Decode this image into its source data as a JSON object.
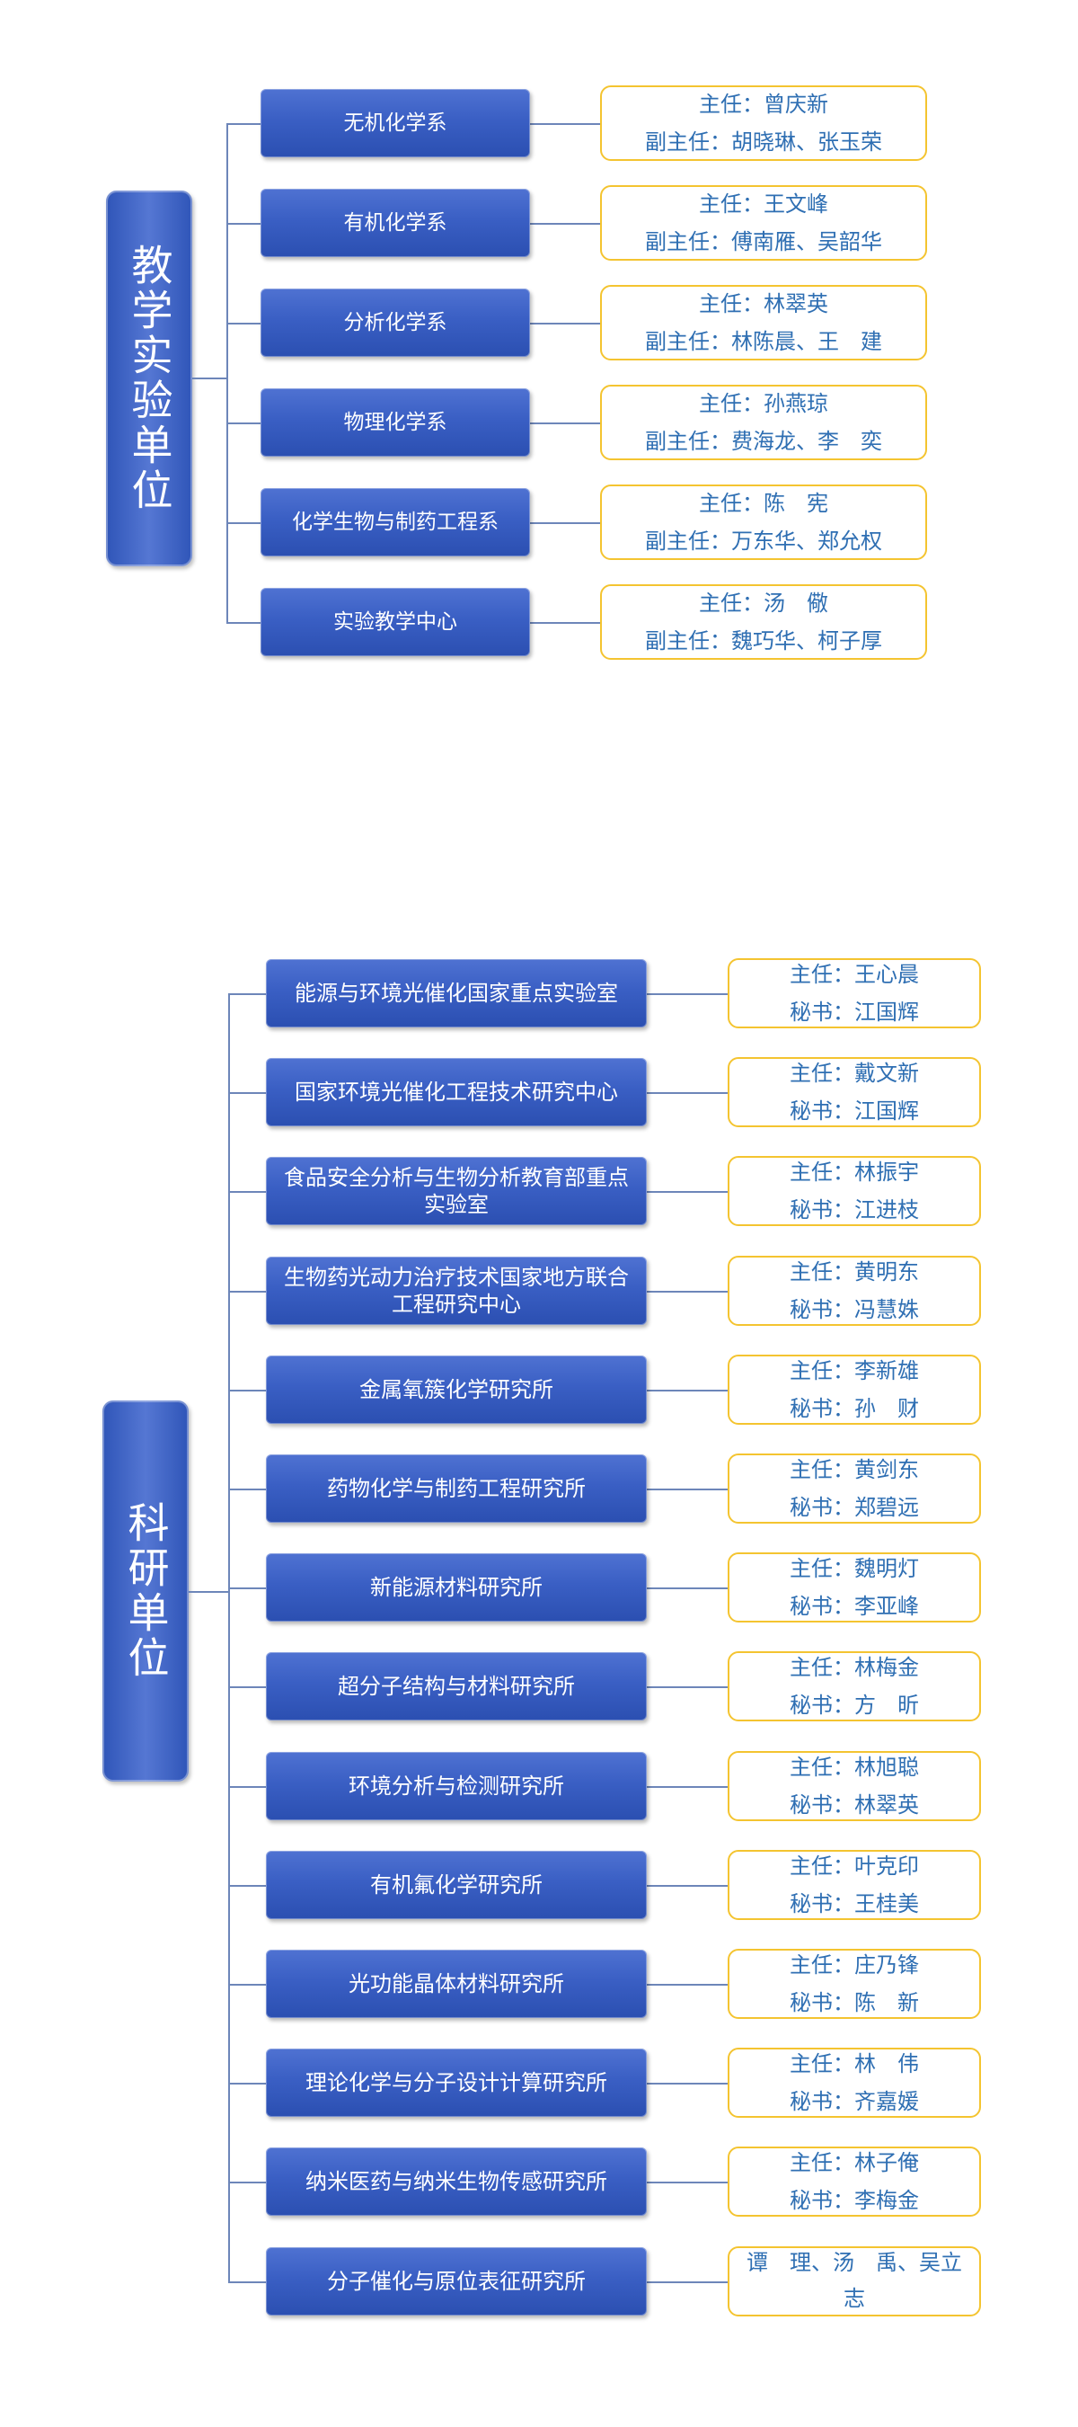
{
  "teaching": {
    "root_label": "教学实验单位",
    "units": [
      {
        "name": "无机化学系",
        "lines": [
          "主任：曾庆新",
          "副主任：胡晓琳、张玉荣"
        ]
      },
      {
        "name": "有机化学系",
        "lines": [
          "主任：王文峰",
          "副主任：傅南雁、吴韶华"
        ]
      },
      {
        "name": "分析化学系",
        "lines": [
          "主任：林翠英",
          "副主任：林陈晨、王　建"
        ]
      },
      {
        "name": "物理化学系",
        "lines": [
          "主任：孙燕琼",
          "副主任：费海龙、李　奕"
        ]
      },
      {
        "name": "化学生物与制药工程系",
        "lines": [
          "主任：陈　宪",
          "副主任：万东华、郑允权"
        ]
      },
      {
        "name": "实验教学中心",
        "lines": [
          "主任：汤　儆",
          "副主任：魏巧华、柯子厚"
        ]
      }
    ]
  },
  "research": {
    "root_label": "科研单位",
    "units": [
      {
        "name": "能源与环境光催化国家重点实验室",
        "lines": [
          "主任：王心晨",
          "秘书：江国辉"
        ]
      },
      {
        "name": "国家环境光催化工程技术研究中心",
        "lines": [
          "主任：戴文新",
          "秘书：江国辉"
        ]
      },
      {
        "name": "食品安全分析与生物分析教育部重点实验室",
        "lines": [
          "主任：林振宇",
          "秘书：江进枝"
        ]
      },
      {
        "name": "生物药光动力治疗技术国家地方联合工程研究中心",
        "lines": [
          "主任：黄明东",
          "秘书：冯慧姝"
        ]
      },
      {
        "name": "金属氧簇化学研究所",
        "lines": [
          "主任：李新雄",
          "秘书：孙　财"
        ]
      },
      {
        "name": "药物化学与制药工程研究所",
        "lines": [
          "主任：黄剑东",
          "秘书：郑碧远"
        ]
      },
      {
        "name": "新能源材料研究所",
        "lines": [
          "主任：魏明灯",
          "秘书：李亚峰"
        ]
      },
      {
        "name": "超分子结构与材料研究所",
        "lines": [
          "主任：林梅金",
          "秘书：方　昕"
        ]
      },
      {
        "name": "环境分析与检测研究所",
        "lines": [
          "主任：林旭聪",
          "秘书：林翠英"
        ]
      },
      {
        "name": "有机氟化学研究所",
        "lines": [
          "主任：叶克印",
          "秘书：王桂美"
        ]
      },
      {
        "name": "光功能晶体材料研究所",
        "lines": [
          "主任：庄乃锋",
          "秘书：陈　新"
        ]
      },
      {
        "name": "理论化学与分子设计计算研究所",
        "lines": [
          "主任：林　伟",
          "秘书：齐嘉媛"
        ]
      },
      {
        "name": "纳米医药与纳米生物传感研究所",
        "lines": [
          "主任：林子俺",
          "秘书：李梅金"
        ]
      },
      {
        "name": "分子催化与原位表征研究所",
        "text": "谭　理、汤　禹、吴立志"
      }
    ]
  }
}
